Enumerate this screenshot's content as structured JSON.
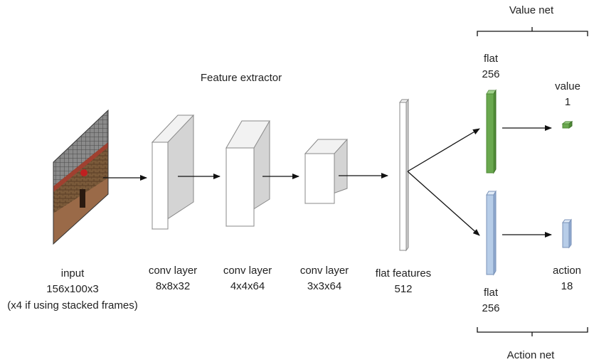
{
  "titles": {
    "feature_extractor": "Feature extractor",
    "value_net": "Value net",
    "action_net": "Action net"
  },
  "input": {
    "name": "input",
    "dims": "156x100x3",
    "note": "(x4 if using stacked frames)"
  },
  "conv_layers": [
    {
      "name": "conv layer",
      "dims": "8x8x32"
    },
    {
      "name": "conv layer",
      "dims": "4x4x64"
    },
    {
      "name": "conv layer",
      "dims": "3x3x64"
    }
  ],
  "flat_features": {
    "name": "flat features",
    "size": "512"
  },
  "value_branch": {
    "flat_name": "flat",
    "flat_size": "256",
    "out_name": "value",
    "out_size": "1",
    "color": "#6aa84f"
  },
  "action_branch": {
    "flat_name": "flat",
    "flat_size": "256",
    "out_name": "action",
    "out_size": "18",
    "color": "#b7cde8"
  }
}
